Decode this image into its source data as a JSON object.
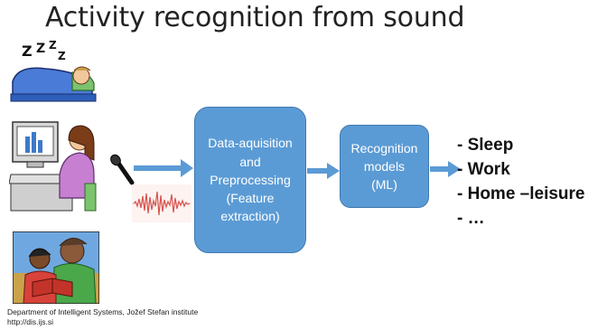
{
  "slide": {
    "title": "Activity recognition from sound"
  },
  "boxes": {
    "preprocessing": [
      "Data-aquisition",
      "and",
      "Preprocessing",
      "(Feature",
      "extraction)"
    ],
    "recognition": [
      "Recognition",
      "models",
      "(ML)"
    ]
  },
  "outputs": [
    "- Sleep",
    "- Work",
    "- Home –leisure",
    "- …"
  ],
  "footer": {
    "line1": "Department of Intelligent Systems, Jožef Stefan institute",
    "line2": "http://dis.ijs.si"
  },
  "icons": [
    "sleeping-person-clipart",
    "computer-work-clipart",
    "reading-together-clipart",
    "microphone-icon",
    "sound-waveform"
  ],
  "colors": {
    "box_fill": "#5b9bd5",
    "arrow": "#5b9bd5",
    "waveform": "#d9534f"
  }
}
